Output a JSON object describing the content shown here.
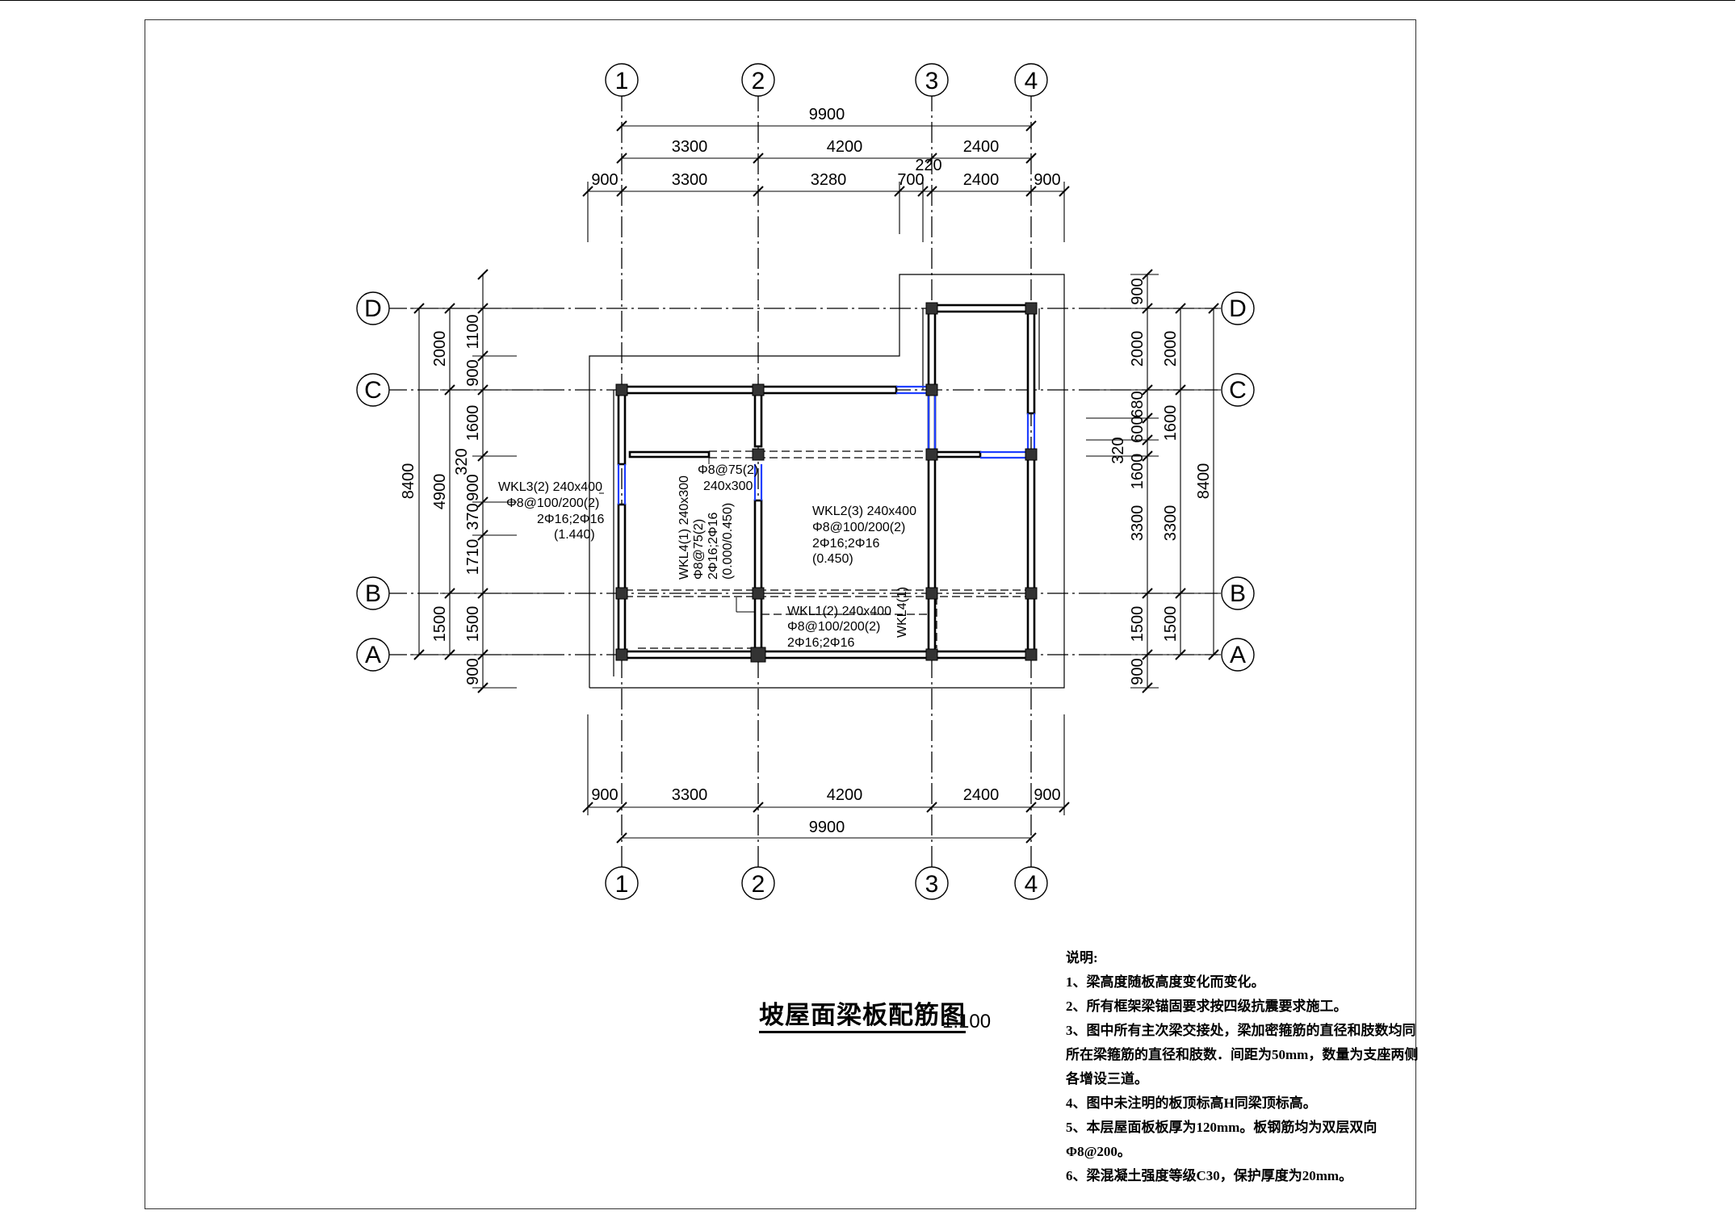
{
  "axes_vertical": [
    "1",
    "2",
    "3",
    "4"
  ],
  "axes_horizontal": [
    "D",
    "C",
    "B",
    "A"
  ],
  "dims": {
    "top_total": "9900",
    "top_row1": [
      "3300",
      "4200",
      "2400"
    ],
    "top_row2": [
      "900",
      "3300",
      "3280",
      "700",
      "220",
      "2400",
      "900"
    ],
    "bottom_row": [
      "900",
      "3300",
      "4200",
      "2400",
      "900"
    ],
    "bottom_total": "9900",
    "left_outer": "8400",
    "left_mid": [
      "2000",
      "4900",
      "1500"
    ],
    "left_inner": [
      "1100",
      "900",
      "1600",
      "320",
      "370",
      "900",
      "1710",
      "1500",
      "900"
    ],
    "right_inner": [
      "900",
      "2000",
      "680",
      "600",
      "1600",
      "320",
      "3300",
      "1500",
      "900"
    ],
    "right_mid": [
      "2000",
      "1600",
      "3300",
      "1500"
    ],
    "right_outer": "8400"
  },
  "beams": {
    "wkl3": [
      "WKL3(2) 240x400",
      "Φ8@100/200(2)",
      "2Φ16;2Φ16",
      "(1.440)"
    ],
    "small": [
      "Φ8@75(2)",
      "240x300"
    ],
    "wkl4_vertical": [
      "WKL4(1) 240x300",
      "Φ8@75(2)",
      "2Φ16;2Φ16",
      "(0.000/0.450)"
    ],
    "wkl2": [
      "WKL2(3) 240x400",
      "Φ8@100/200(2)",
      "2Φ16;2Φ16",
      "(0.450)"
    ],
    "wkl1": [
      "WKL1(2) 240x400",
      "Φ8@100/200(2)",
      "2Φ16;2Φ16"
    ],
    "wkl4_label": "WKL4(1)"
  },
  "title": "坡屋面梁板配筋图",
  "scale": "1:100",
  "notes": {
    "heading": "说明:",
    "items": [
      "1、梁高度随板高度变化而变化。",
      "2、所有框架梁锚固要求按四级抗震要求施工。",
      "3、图中所有主次梁交接处，梁加密箍筋的直径和肢数均同所在梁箍筋的直径和肢数．间距为50mm，数量为支座两侧各增设三道。",
      "4、图中未注明的板顶标高H同梁顶标高。",
      "5、本层屋面板板厚为120mm。板钢筋均为双层双向Φ8@200。",
      "6、梁混凝土强度等级C30，保护厚度为20mm。"
    ]
  },
  "colors": {
    "line": "#000000",
    "highlight": "#1f3fff",
    "column": "#333333"
  }
}
